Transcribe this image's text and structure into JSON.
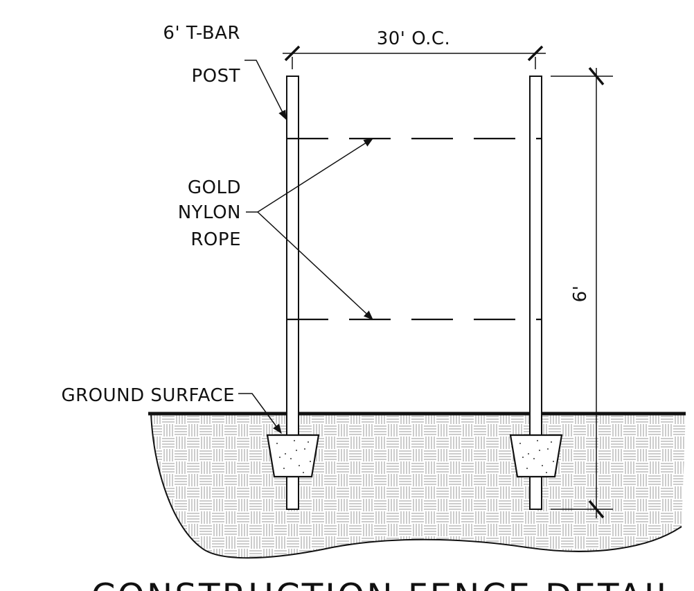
{
  "title": "CONSTRUCTION FENCE DETAIL",
  "labels": {
    "post_line1": "6' T-BAR",
    "post_line2": "POST",
    "rope_line1": "GOLD",
    "rope_line2": "NYLON",
    "rope_line3": "ROPE",
    "ground": "GROUND SURFACE"
  },
  "dimensions": {
    "spacing": "30' O.C.",
    "height": "6'"
  },
  "colors": {
    "line": "#111111",
    "background": "#ffffff"
  }
}
